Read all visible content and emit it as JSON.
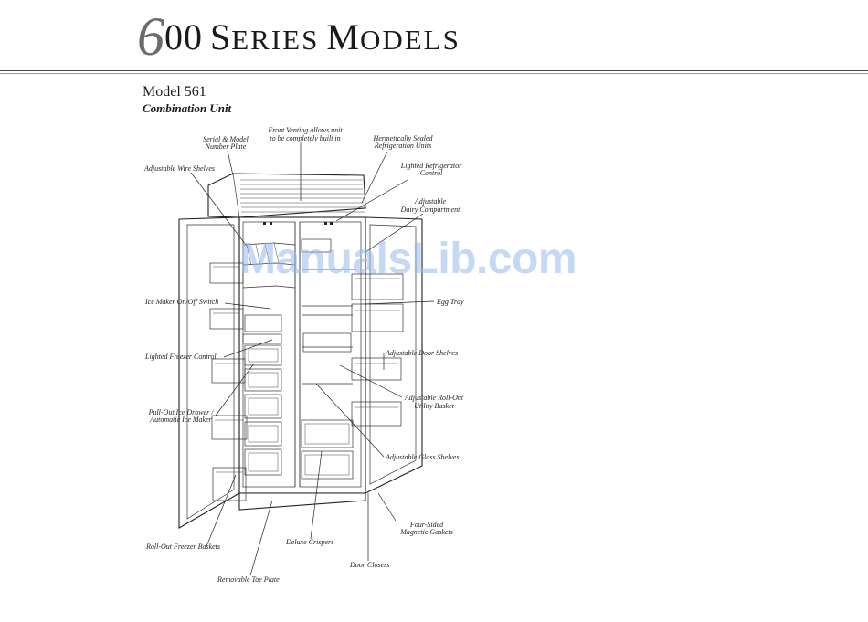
{
  "header": {
    "title_initial": "6",
    "title_zeros": "00",
    "title_series_initial": "S",
    "title_series_rest": "ERIES",
    "title_models_initial": "M",
    "title_models_rest": "ODELS"
  },
  "model": {
    "name": "Model 561",
    "subtitle": "Combination Unit"
  },
  "callouts": {
    "front_venting_1": "Front Venting allows unit",
    "front_venting_2": "to be completely built in",
    "serial_1": "Serial & Model",
    "serial_2": "Number Plate",
    "hermetic_1": "Hermetically Sealed",
    "hermetic_2": "Refrigeration Units",
    "lighted_fridge_1": "Lighted Refrigerator",
    "lighted_fridge_2": "Control",
    "wire_shelves": "Adjustable Wire Shelves",
    "dairy_1": "Adjustable",
    "dairy_2": "Dairy Compartment",
    "ice_switch": "Ice Maker On/Off Switch",
    "egg_tray": "Egg Tray",
    "lighted_freezer": "Lighted Freezer Control",
    "door_shelves": "Adjustable Door Shelves",
    "utility_1": "Adjustable Roll-Out",
    "utility_2": "Utility Basket",
    "ice_drawer_1": "Pull-Out Ice Drawer /",
    "ice_drawer_2": "Automatic Ice Maker",
    "glass_shelves": "Adjustable Glass Shelves",
    "gaskets_1": "Four-Sided",
    "gaskets_2": "Magnetic Gaskets",
    "freezer_baskets": "Roll-Out Freezer Baskets",
    "crispers": "Deluxe Crispers",
    "door_closers": "Door Closers",
    "toe_plate": "Removable Toe Plate"
  },
  "watermark": "ManualsLib.com"
}
